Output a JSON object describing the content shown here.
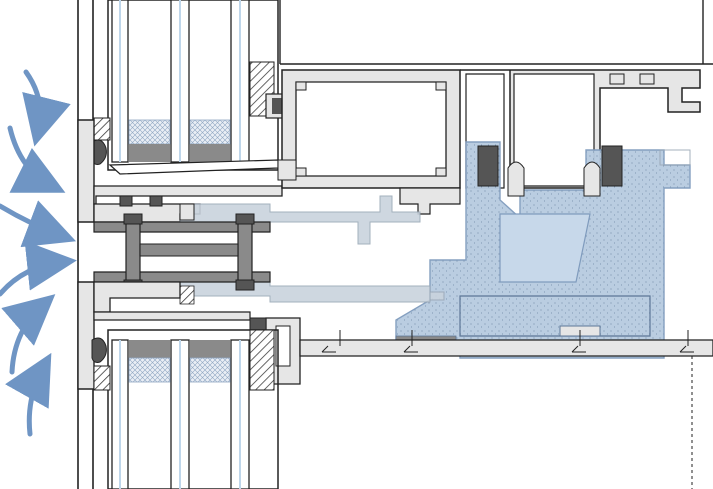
{
  "diagram": {
    "labels": [],
    "colors": {
      "background": "#ffffff",
      "outline": "#222222",
      "profile_fill": "#e6e6e6",
      "profile_dark": "#8a8a8a",
      "gasket": "#555555",
      "insulation_blue": "#b7cbe0",
      "insulation_edge": "#7f9bbd",
      "faded_profile": "#c9d3dd",
      "arrow_blue": "#6f95c4",
      "glass_edge": "#bfd6ea",
      "seal_hatch": "#3c3c3c"
    },
    "elements": {
      "airflow_arrows": 6,
      "glass_panes_upper": 3,
      "glass_panes_lower": 3
    }
  }
}
